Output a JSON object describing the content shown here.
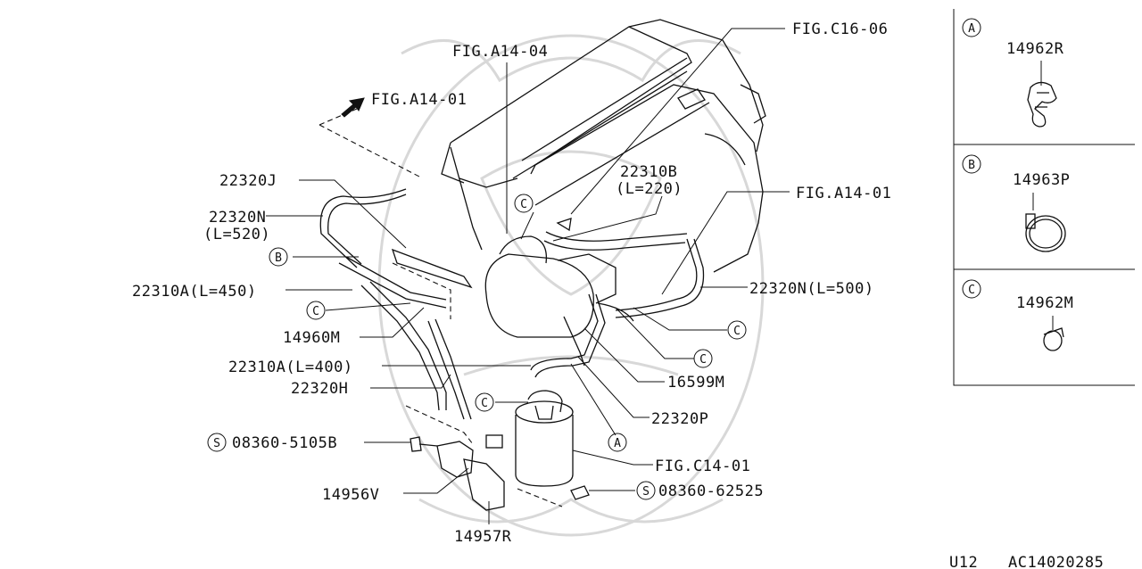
{
  "callouts": {
    "fig_a14_04": "FIG.A14-04",
    "fig_c16_06": "FIG.C16-06",
    "fig_a14_01_top": "FIG.A14-01",
    "fig_a14_01_right": "FIG.A14-01",
    "fig_c14_01": "FIG.C14-01"
  },
  "parts": {
    "p22320J": "22320J",
    "p22320N_l520_code": "22320N",
    "p22320N_l520_len": "(L=520)",
    "p22310A_l450": "22310A(L=450)",
    "p14960M": "14960M",
    "p22310A_l400": "22310A(L=400)",
    "p22320H": "22320H",
    "p08360_5105B": "08360-5105B",
    "p14956V": "14956V",
    "p14957R": "14957R",
    "p22310B_code": "22310B",
    "p22310B_len": "(L=220)",
    "p22320N_l500": "22320N(L=500)",
    "p16599M": "16599M",
    "p22320P": "22320P",
    "p08360_62525": "08360-62525"
  },
  "markers": {
    "A": "A",
    "B": "B",
    "C": "C",
    "S": "S"
  },
  "legend": [
    {
      "letter": "A",
      "part": "14962R"
    },
    {
      "letter": "B",
      "part": "14963P"
    },
    {
      "letter": "C",
      "part": "14962M"
    }
  ],
  "footer": {
    "model": "U12",
    "diagram_code": "AC14020285"
  }
}
